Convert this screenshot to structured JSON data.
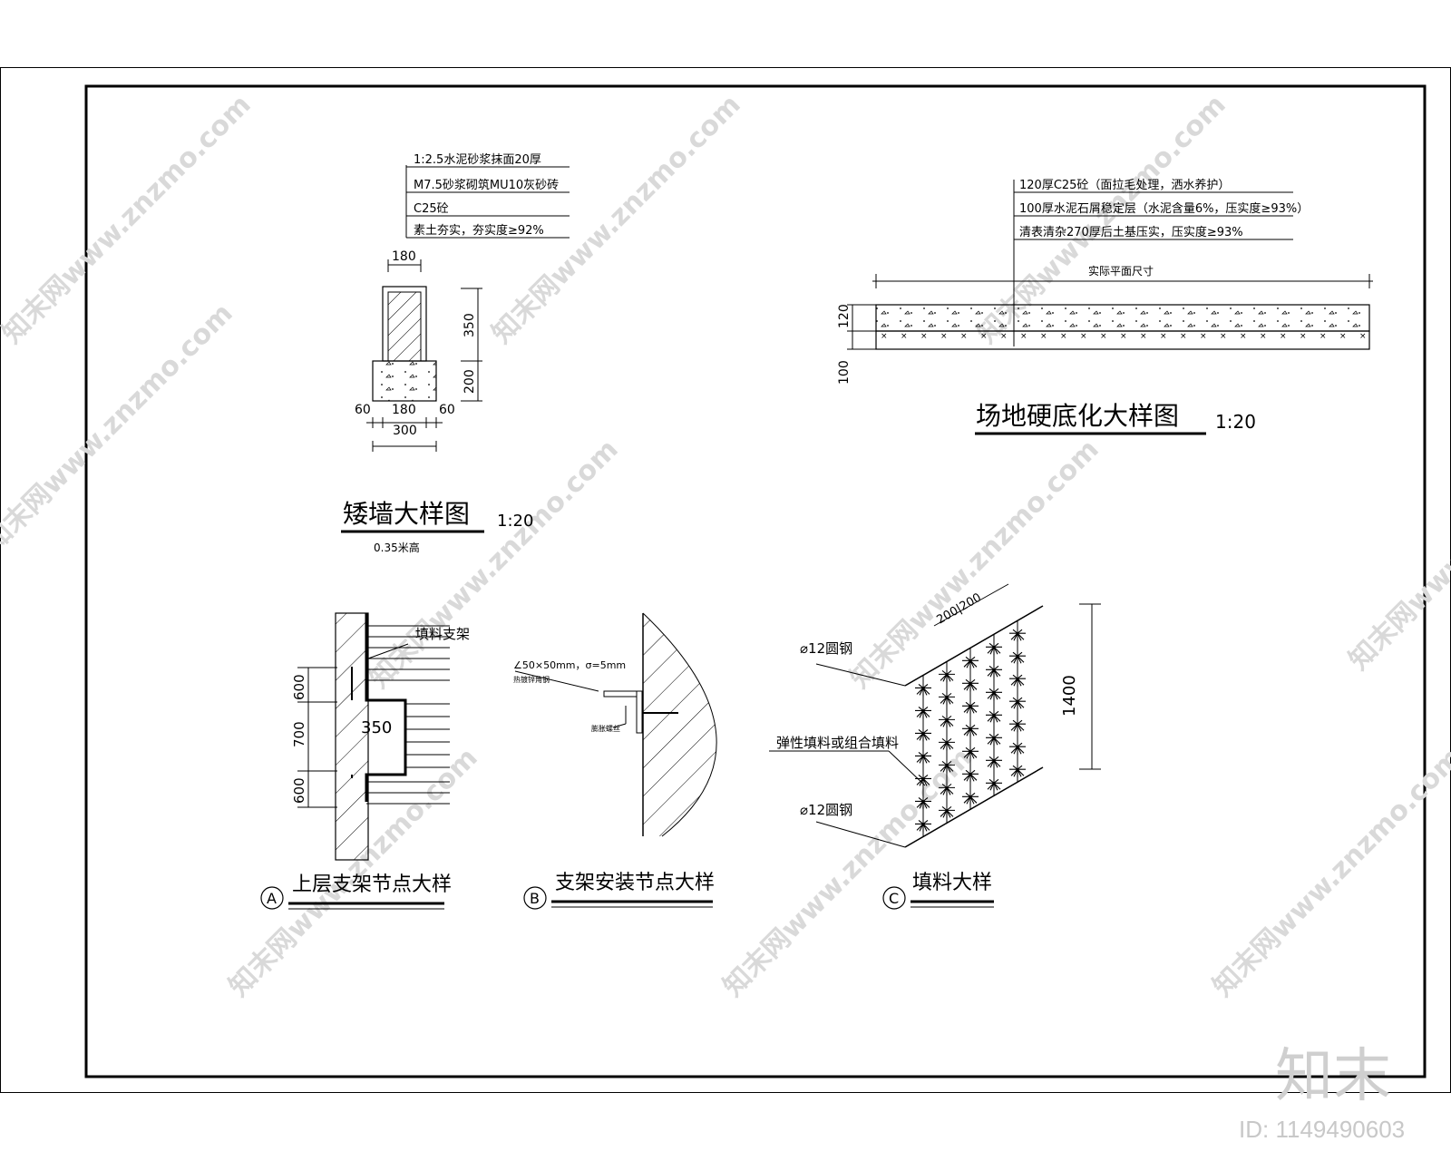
{
  "low_wall": {
    "layers": [
      "1:2.5水泥砂浆抹面20厚",
      "M7.5砂浆砌筑MU10灰砂砖",
      "C25砼",
      "素土夯实，夯实度≥92%"
    ],
    "dims": {
      "top_width": "180",
      "h_upper": "350",
      "h_lower": "200",
      "left": "60",
      "mid": "180",
      "right": "60",
      "total": "300"
    },
    "title": "矮墙大样图",
    "scale": "1:20",
    "note": "0.35米高"
  },
  "paving": {
    "layers": [
      "120厚C25砼（面拉毛处理，洒水养护）",
      "100厚水泥石屑稳定层（水泥含量6%，压实度≥93%）",
      "清表清杂270厚后土基压实，压实度≥93%"
    ],
    "span_label": "实际平面尺寸",
    "dim_top": "120",
    "dim_bottom": "100",
    "title": "场地硬底化大样图",
    "scale": "1:20"
  },
  "detail_a": {
    "tag": "A",
    "label": "填料支架",
    "dims": [
      "600",
      "700",
      "600"
    ],
    "inner": "350",
    "title": "上层支架节点大样"
  },
  "detail_b": {
    "tag": "B",
    "angle": "∠50×50mm，σ=5mm",
    "angle_sub": "热镀锌角钢",
    "bolt": "膨胀螺丝",
    "title": "支架安装节点大样"
  },
  "detail_c": {
    "tag": "C",
    "top_bar": "⌀12圆钢",
    "fill": "弹性填料或组合填料",
    "bottom_bar": "⌀12圆钢",
    "dim_height": "1400",
    "dim_spacing": "200|200",
    "title": "填料大样"
  },
  "watermark": {
    "text": "知末网www.znzmo.com",
    "brand": "知末",
    "id": "ID: 1149490603"
  }
}
